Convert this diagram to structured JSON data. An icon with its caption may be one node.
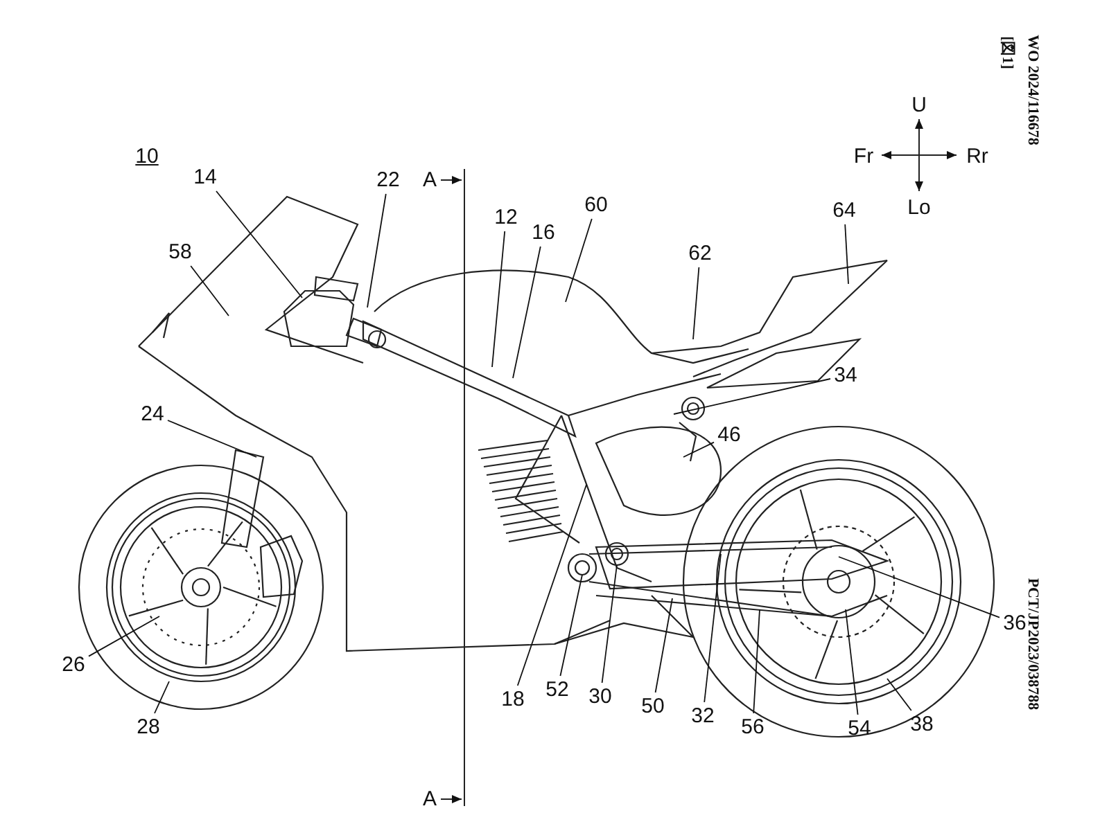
{
  "diagram": {
    "nodes": [
      {
        "text": [
          "14"
        ]
      },
      {
        "text": [
          "22"
        ]
      },
      {
        "text": [
          "58"
        ]
      },
      {
        "text": [
          "12"
        ]
      },
      {
        "text": [
          "16"
        ]
      },
      {
        "text": [
          "60"
        ]
      },
      {
        "text": [
          "62"
        ]
      },
      {
        "text": [
          "64"
        ]
      },
      {
        "text": [
          "34"
        ]
      },
      {
        "text": [
          "46"
        ]
      },
      {
        "text": [
          "24"
        ]
      },
      {
        "text": [
          "26"
        ]
      },
      {
        "text": [
          "28"
        ]
      },
      {
        "text": [
          "18"
        ]
      },
      {
        "text": [
          "52"
        ]
      },
      {
        "text": [
          "30"
        ]
      },
      {
        "text": [
          "50"
        ]
      },
      {
        "text": [
          "32"
        ]
      },
      {
        "text": [
          "56"
        ]
      },
      {
        "text": [
          "54"
        ]
      },
      {
        "text": [
          "36"
        ]
      },
      {
        "text": [
          "38"
        ]
      }
    ],
    "edges": [
      {
        "from": 0,
        "to": null,
        "arrow": "none"
      },
      {
        "from": 1,
        "to": null,
        "arrow": "none"
      },
      {
        "from": 2,
        "to": null,
        "arrow": "none"
      },
      {
        "from": 3,
        "to": null,
        "arrow": "none"
      },
      {
        "from": 4,
        "to": null,
        "arrow": "none"
      },
      {
        "from": 5,
        "to": null,
        "arrow": "none"
      },
      {
        "from": 6,
        "to": null,
        "arrow": "none"
      },
      {
        "from": 7,
        "to": null,
        "arrow": "none"
      },
      {
        "from": 8,
        "to": null,
        "arrow": "none"
      },
      {
        "from": 9,
        "to": null,
        "arrow": "none"
      },
      {
        "from": 10,
        "to": null,
        "arrow": "none"
      },
      {
        "from": 11,
        "to": null,
        "arrow": "none"
      },
      {
        "from": 12,
        "to": null,
        "arrow": "none"
      },
      {
        "from": 13,
        "to": null,
        "arrow": "none"
      },
      {
        "from": 14,
        "to": null,
        "arrow": "none"
      },
      {
        "from": 15,
        "to": null,
        "arrow": "none"
      },
      {
        "from": 16,
        "to": null,
        "arrow": "none"
      },
      {
        "from": 17,
        "to": null,
        "arrow": "none"
      },
      {
        "from": 18,
        "to": null,
        "arrow": "none"
      },
      {
        "from": 19,
        "to": null,
        "arrow": "none"
      },
      {
        "from": 20,
        "to": null,
        "arrow": "none"
      },
      {
        "from": 21,
        "to": null,
        "arrow": "none"
      }
    ],
    "labels": [
      "[図1]",
      "WO 2024/116678",
      "U",
      "Fr",
      "Rr",
      "Lo",
      "10",
      "A",
      "A",
      "PCT/JP2023/038788"
    ]
  }
}
